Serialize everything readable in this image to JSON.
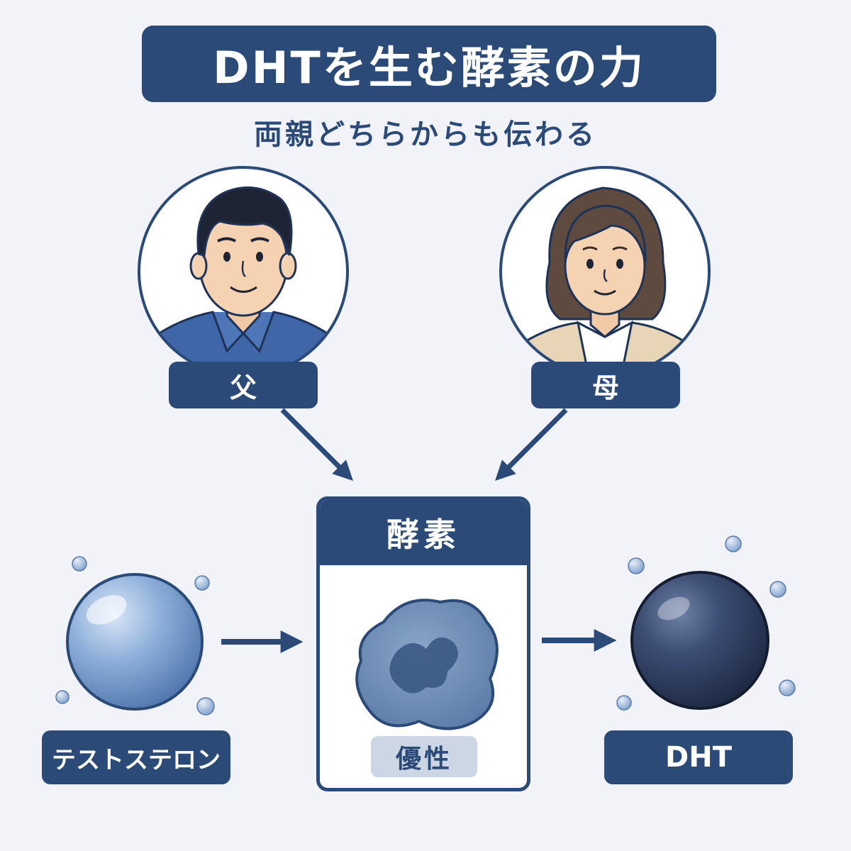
{
  "title": "DHTを生む酵素の力",
  "subtitle": "両親どちらからも伝わる",
  "father": {
    "label": "父"
  },
  "mother": {
    "label": "母"
  },
  "enzyme": {
    "header": "酵素",
    "badge": "優性"
  },
  "input": {
    "label": "テストステロン"
  },
  "output": {
    "label": "DHT"
  },
  "colors": {
    "navy": "#2c4a77",
    "light_blue": "#7fa1cf",
    "dark_sphere": "#2f3e61",
    "badge_bg": "#cdd6e4"
  }
}
